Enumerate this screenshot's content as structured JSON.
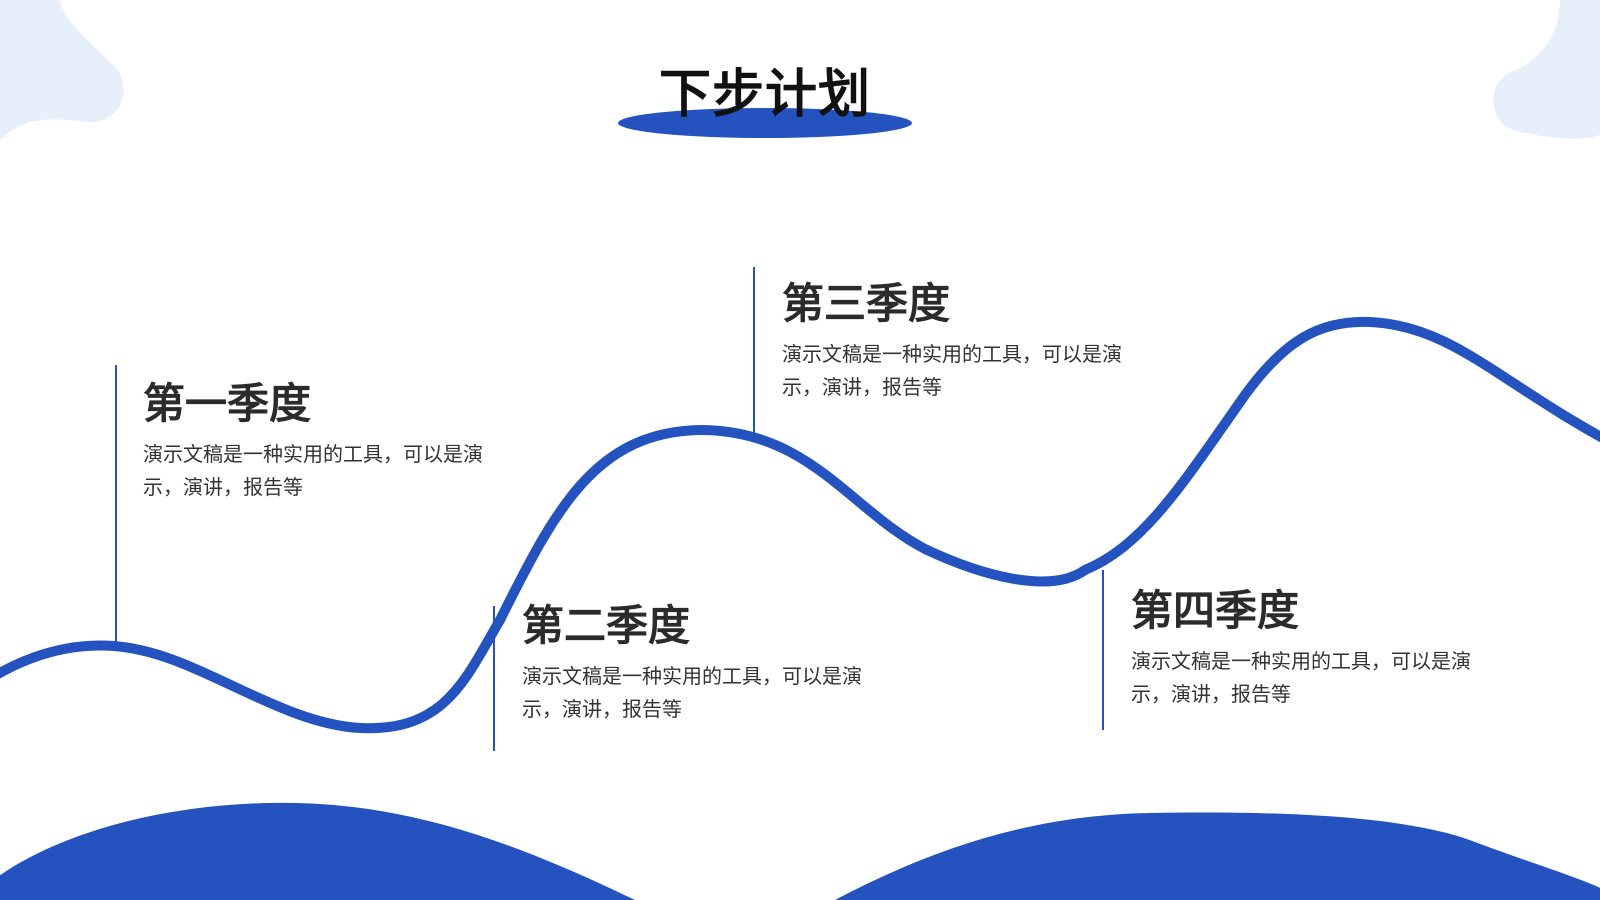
{
  "slide": {
    "title": "下步计划",
    "quarters": [
      {
        "title": "第一季度",
        "description": "演示文稿是一种实用的工具，可以是演示，演讲，报告等"
      },
      {
        "title": "第二季度",
        "description": "演示文稿是一种实用的工具，可以是演示，演讲，报告等"
      },
      {
        "title": "第三季度",
        "description": "演示文稿是一种实用的工具，可以是演示，演讲，报告等"
      },
      {
        "title": "第四季度",
        "description": "演示文稿是一种实用的工具，可以是演示，演讲，报告等"
      }
    ]
  },
  "colors": {
    "primary_blue": "#2453c0",
    "light_blue": "#e7f0fa",
    "text_dark": "#2b2b2b"
  },
  "icons": [
    "cloud-decoration-left-icon",
    "cloud-decoration-right-icon",
    "wave-line-icon",
    "bottom-wave-icon"
  ]
}
